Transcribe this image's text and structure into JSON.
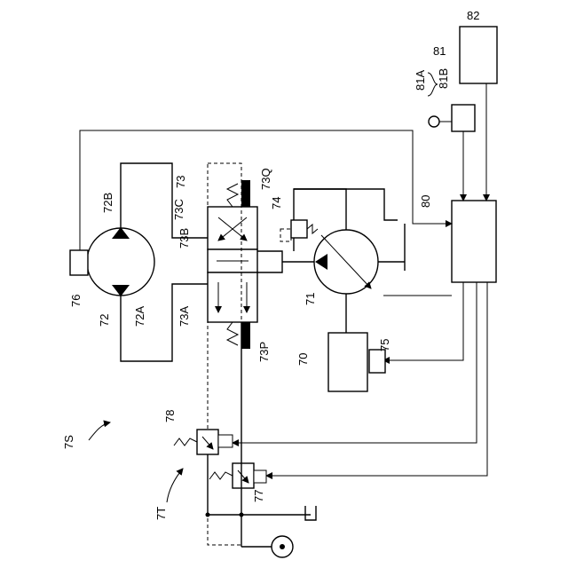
{
  "labels": {
    "l82": "82",
    "l81": "81",
    "l81A": "81A",
    "l81B": "81B",
    "l80": "80",
    "l73": "73",
    "l73Q": "73Q",
    "l73C": "73C",
    "l73B": "73B",
    "l73A": "73A",
    "l73P": "73P",
    "l72B": "72B",
    "l72A": "72A",
    "l72": "72",
    "l76": "76",
    "l74": "74",
    "l71": "71",
    "l70": "70",
    "l75": "75",
    "l7S": "7S",
    "l78": "78",
    "l77": "77",
    "l7T": "7T"
  }
}
